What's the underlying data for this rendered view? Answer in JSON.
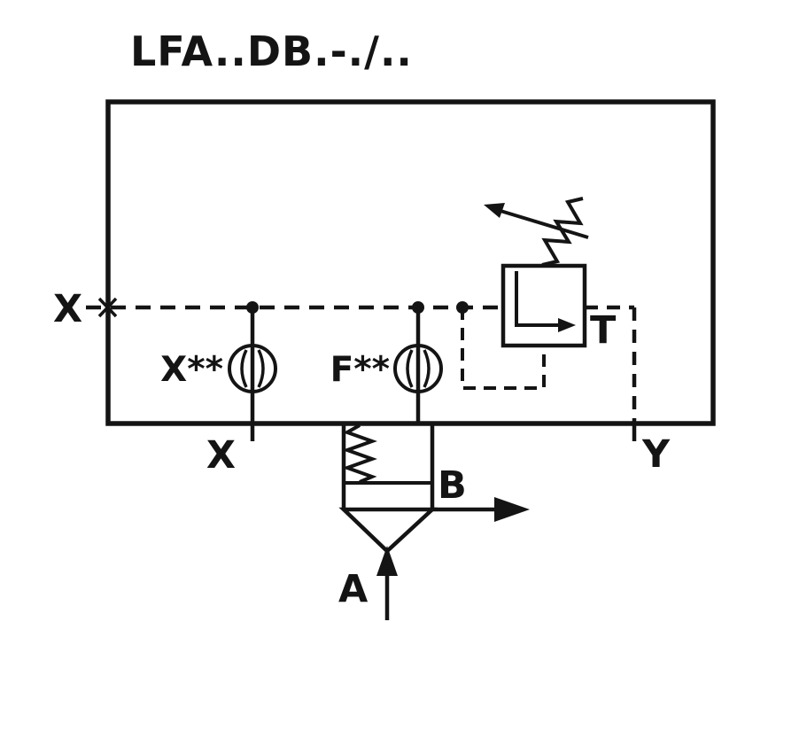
{
  "title": "LFA..DB.-./..",
  "ports": {
    "pilot_x_left": "X",
    "bottom_x": "X",
    "drain_y": "Y",
    "tank_t": "T",
    "inlet_a": "A",
    "outlet_b": "B"
  },
  "orifices": {
    "x_orifice": "X**",
    "f_orifice": "F**"
  },
  "colors": {
    "ink": "#141414",
    "background": "#ffffff"
  }
}
